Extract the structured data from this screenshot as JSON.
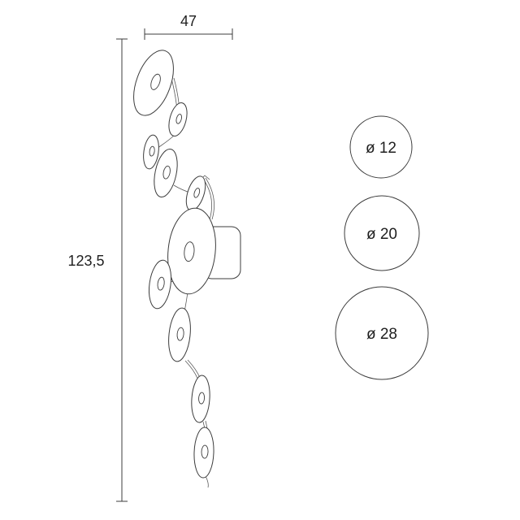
{
  "dimensions": {
    "width_label": "47",
    "height_label": "123,5"
  },
  "legend_circles": [
    {
      "label": "ø 12"
    },
    {
      "label": "ø 20"
    },
    {
      "label": "ø 28"
    }
  ],
  "colors": {
    "line": "#3c3c3c",
    "text": "#1f1f1f",
    "background": "#ffffff"
  }
}
